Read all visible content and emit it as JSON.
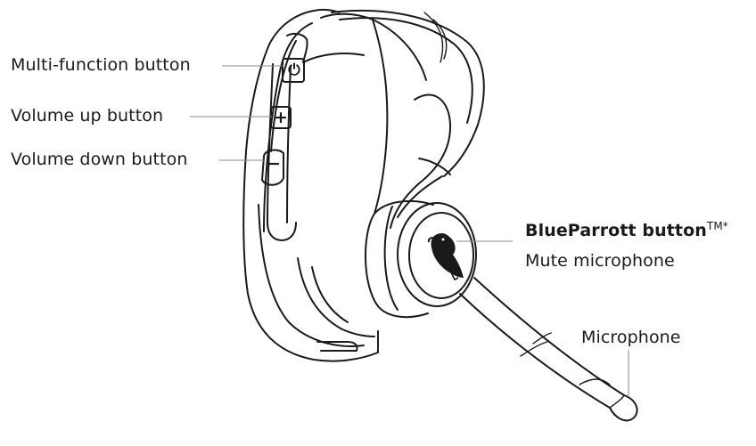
{
  "labels": {
    "multi_function": "Multi-function button",
    "volume_up": "Volume up button",
    "volume_down": "Volume down button",
    "blueparrott_button": "BlueParrott button",
    "blueparrott_mark": "TM*",
    "mute_microphone": "Mute microphone",
    "microphone": "Microphone"
  },
  "buttons": {
    "power_glyph": "⏻",
    "plus_glyph": "+",
    "minus_glyph": "−"
  },
  "icons": [
    "power-icon",
    "plus-icon",
    "minus-icon",
    "parrot-logo-icon"
  ]
}
